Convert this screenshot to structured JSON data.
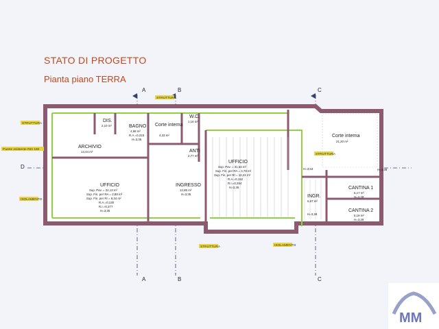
{
  "titles": {
    "status": "STATO DI PROGETTO",
    "plan": "Pianta piano TERRA"
  },
  "section_labels": {
    "a": "A",
    "b": "B",
    "c": "C",
    "d": "D"
  },
  "callouts": {
    "struttura": "STRUTTURA",
    "isolamento": "ISOLAMENTO",
    "parete": "Parete esistente REI 180"
  },
  "rooms": {
    "dis": {
      "name": "DIS.",
      "area": "2,10 m²"
    },
    "bagno": {
      "name": "BAGNO",
      "area": "4,98 m²",
      "ra": "R.A.=0,315",
      "h": "H=3,35"
    },
    "corte_small": {
      "name": "Corte interna",
      "area": "4,33 m²"
    },
    "wc": {
      "name": "W.C.",
      "area": "1,16 m²"
    },
    "archivio": {
      "name": "ARCHIVIO",
      "area": "14,44 m²"
    },
    "anti": {
      "name": "ANTI",
      "area": "2,77 m²"
    },
    "ufficio_left": {
      "name": "UFFICIO",
      "lines": [
        "Sup. Pav. = 22,13 m²",
        "Sup. Fin. per RA = 2,88 m²",
        "Sup. Fin. per RI = 8,34 m²",
        "R.A.=0,130",
        "R.I.=0,377",
        "H=3,35"
      ]
    },
    "ingresso": {
      "name": "INGRESSO",
      "area": "12,85 m²",
      "h": "H=3,35"
    },
    "ufficio_center": {
      "name": "UFFICIO",
      "lines": [
        "Sup. Pav. = 31,54 m²",
        "Sup. Fin. per RA = 4,78 m²",
        "Sup. Fin. per RI = 10,24 m²",
        "R.A.=0,152",
        "R.I.=0,264",
        "H=3,35"
      ]
    },
    "corte_large": {
      "name": "Corte interna",
      "area": "21,20 m²"
    },
    "ingr": {
      "name": "INGR.",
      "area": "6,67 m²"
    },
    "cantina1": {
      "name": "CANTINA 1",
      "area": "5,17 m²",
      "h": "H=3,28"
    },
    "cantina2": {
      "name": "CANTINA 2",
      "area": "5,18 m²",
      "h": "H=3,28"
    }
  },
  "heights": {
    "h1": "H=3,53",
    "h2": "H=3,28",
    "h3": "H=3,38"
  },
  "colors": {
    "wall": "#8c5a6e",
    "insulation": "#8fd142",
    "callout_box": "#e8d640",
    "accent": "#c0481c"
  }
}
